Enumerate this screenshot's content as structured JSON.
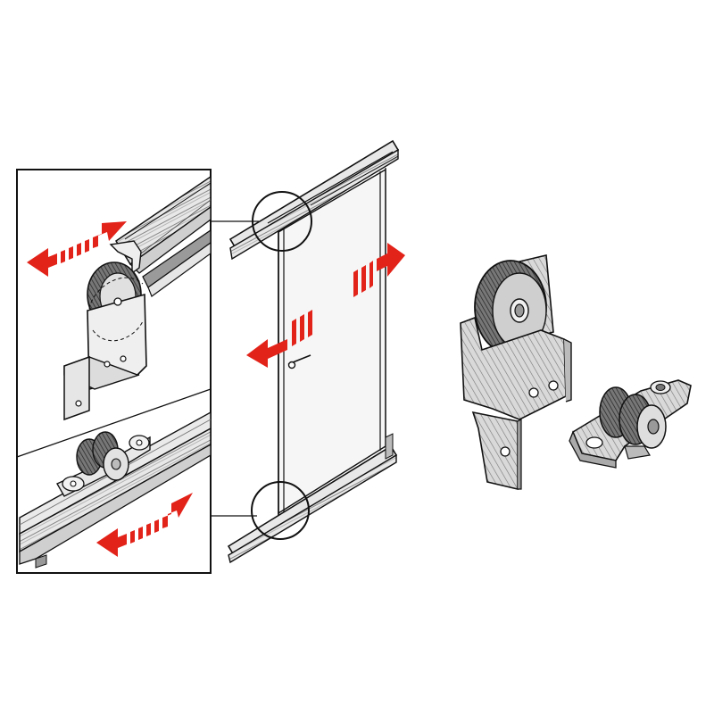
{
  "figure": {
    "description_free": true,
    "colors": {
      "background": "#ffffff",
      "ink": "#111111",
      "metal_light": "#e6e6e6",
      "metal_mid": "#bdbdbd",
      "metal_dark": "#333333",
      "arrow_red": "#e2231a",
      "glass": "#f4f4f4"
    },
    "parts": {
      "inset_panel": "detail-inset",
      "door": "glass-door",
      "top_hanger": "top-wheel-hanger",
      "bottom_roller": "bottom-roller-guide"
    },
    "arrows": [
      {
        "name": "inset-top-arrow",
        "direction": "both"
      },
      {
        "name": "inset-bottom-arrow",
        "direction": "both"
      },
      {
        "name": "door-left-arrow",
        "direction": "left"
      },
      {
        "name": "door-right-arrow",
        "direction": "right"
      }
    ],
    "icons": [
      "magnifier-circle-top",
      "magnifier-circle-bottom",
      "door-handle-icon"
    ]
  }
}
